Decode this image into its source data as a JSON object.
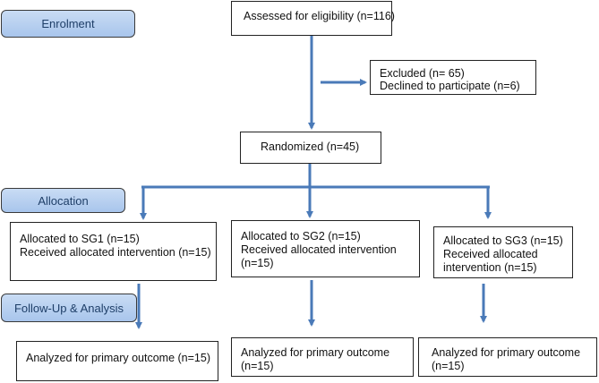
{
  "stages": {
    "enrolment": "Enrolment",
    "allocation": "Allocation",
    "followup": "Follow-Up & Analysis"
  },
  "boxes": {
    "assessed": "Assessed for eligibility (n=116)",
    "excluded": [
      "Excluded (n= 65)",
      "Declined to participate (n=6)"
    ],
    "randomized": "Randomized (n=45)",
    "sg1_allocation": [
      "Allocated to SG1 (n=15)",
      "Received allocated intervention (n=15)"
    ],
    "sg2_allocation": [
      "Allocated to SG2 (n=15)",
      "Received allocated intervention",
      "(n=15)"
    ],
    "sg3_allocation": [
      "Allocated to SG3 (n=15)",
      "Received allocated",
      "intervention (n=15)"
    ],
    "sg1_analysis": [
      "Analyzed for primary outcome (n=15)"
    ],
    "sg2_analysis": [
      "Analyzed for primary outcome",
      "(n=15)"
    ],
    "sg3_analysis": [
      "Analyzed for primary outcome",
      "(n=15)"
    ]
  },
  "colors": {
    "arrow": "#4a7ab8",
    "stage_fill": "#b7cff0",
    "border": "#222222"
  }
}
